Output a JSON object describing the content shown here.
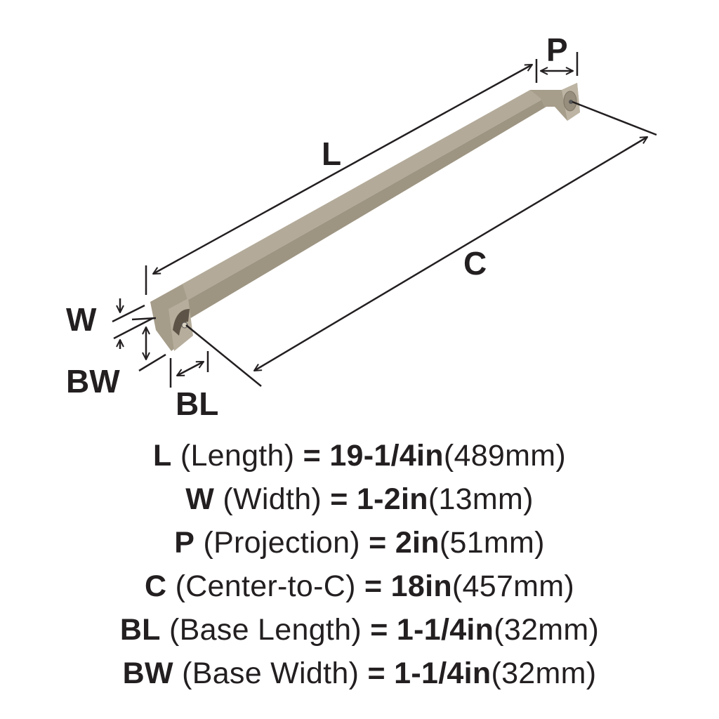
{
  "colors": {
    "text": "#231f20",
    "handle_finish": "#aca392",
    "handle_shadow": "#8c8374",
    "handle_highlight": "#c9c1b2",
    "background": "#ffffff"
  },
  "diagram": {
    "labels": {
      "length": "L",
      "projection": "P",
      "center_to_center": "C",
      "width": "W",
      "base_width": "BW",
      "base_length": "BL"
    }
  },
  "specs": [
    {
      "code": "L",
      "name": "(Length)",
      "eq": "=",
      "inch": "19-1/4in",
      "mm": "(489mm)"
    },
    {
      "code": "W",
      "name": "(Width)",
      "eq": "=",
      "inch": "1-2in",
      "mm": "(13mm)"
    },
    {
      "code": "P",
      "name": "(Projection)",
      "eq": "=",
      "inch": "2in",
      "mm": "(51mm)"
    },
    {
      "code": "C",
      "name": "(Center-to-C)",
      "eq": "=",
      "inch": "18in",
      "mm": "(457mm)"
    },
    {
      "code": "BL",
      "name": "(Base Length)",
      "eq": "=",
      "inch": "1-1/4in",
      "mm": "(32mm)"
    },
    {
      "code": "BW",
      "name": "(Base Width)",
      "eq": "=",
      "inch": "1-1/4in",
      "mm": "(32mm)"
    }
  ]
}
